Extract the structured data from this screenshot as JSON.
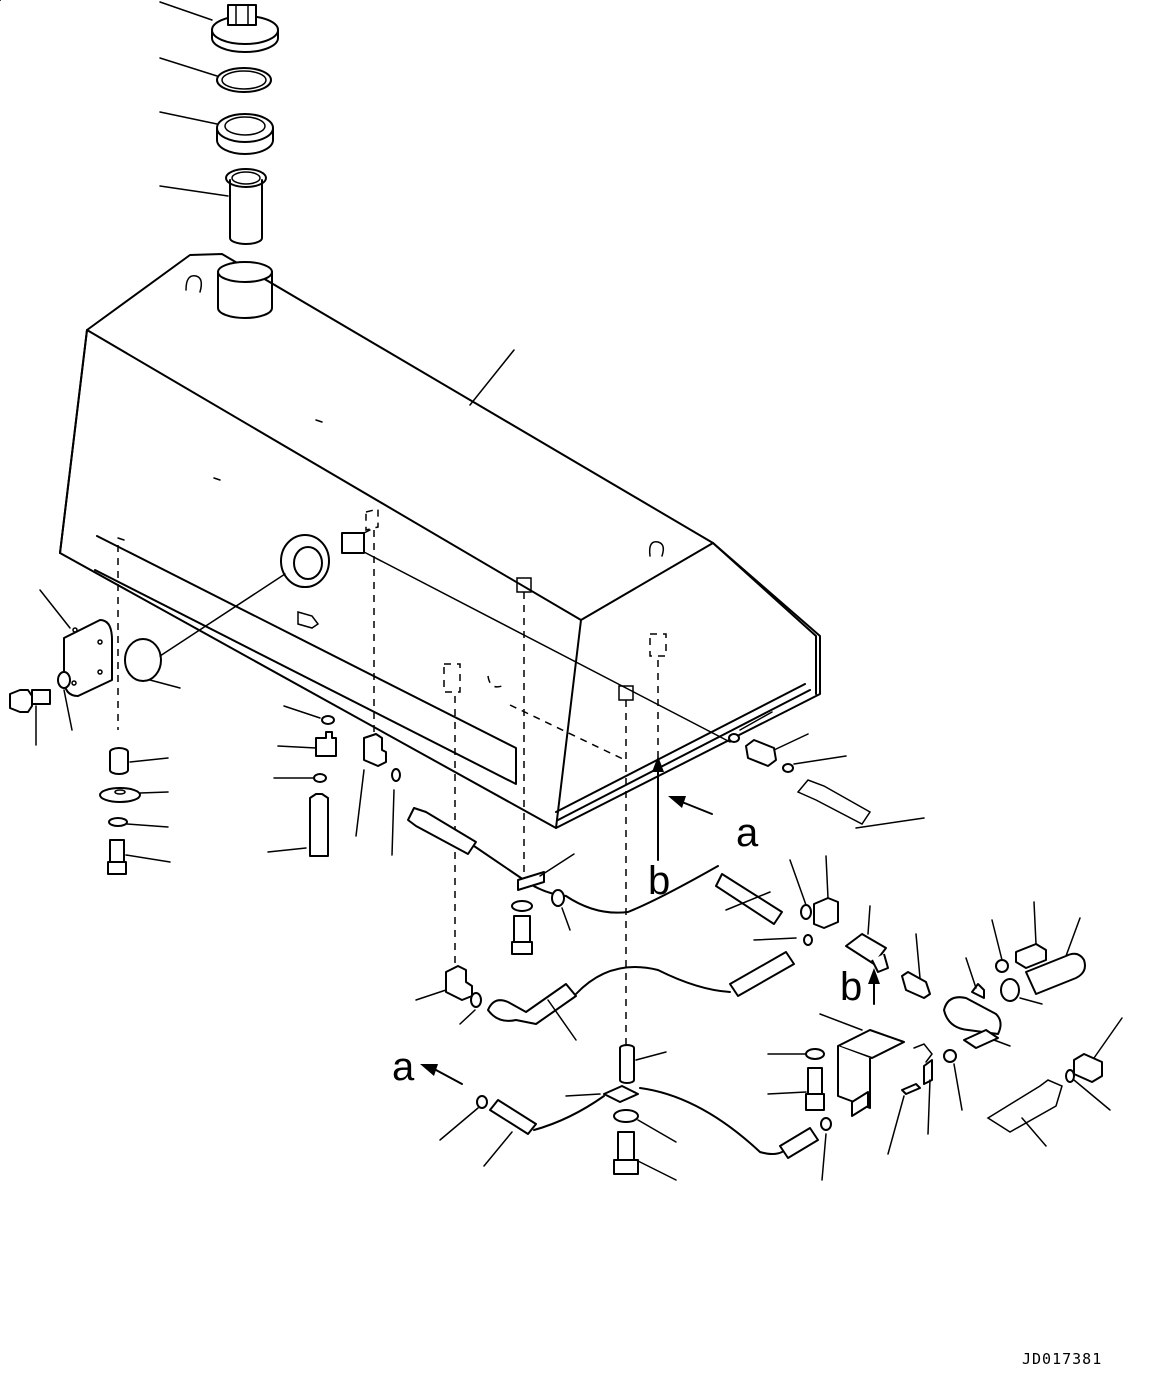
{
  "drawing": {
    "view_labels": {
      "a_right": "a",
      "a_left": "a",
      "b_center": "b",
      "b_right": "b"
    },
    "drawing_code": "JD017381"
  }
}
